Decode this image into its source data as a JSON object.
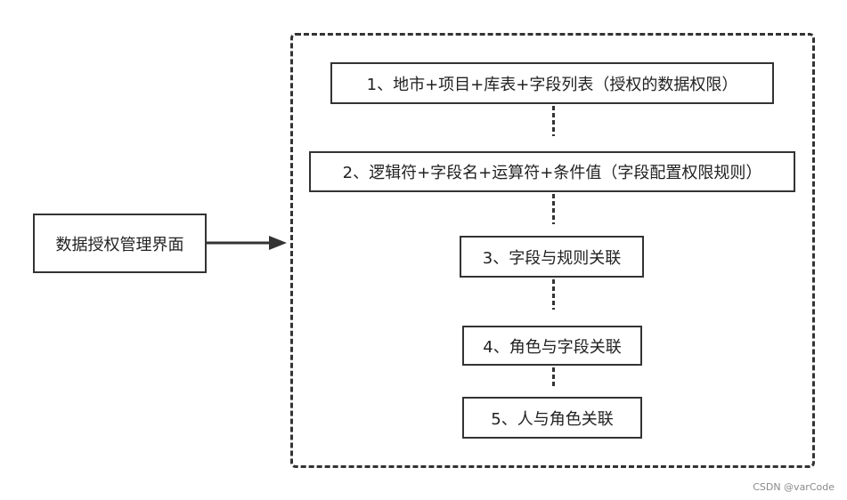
{
  "diagram": {
    "source_node": "数据授权管理界面",
    "steps": [
      "1、地市+项目+库表+字段列表（授权的数据权限）",
      "2、逻辑符+字段名+运算符+条件值（字段配置权限规则）",
      "3、字段与规则关联",
      "4、角色与字段关联",
      "5、人与角色关联"
    ]
  },
  "watermark": "CSDN @varCode"
}
